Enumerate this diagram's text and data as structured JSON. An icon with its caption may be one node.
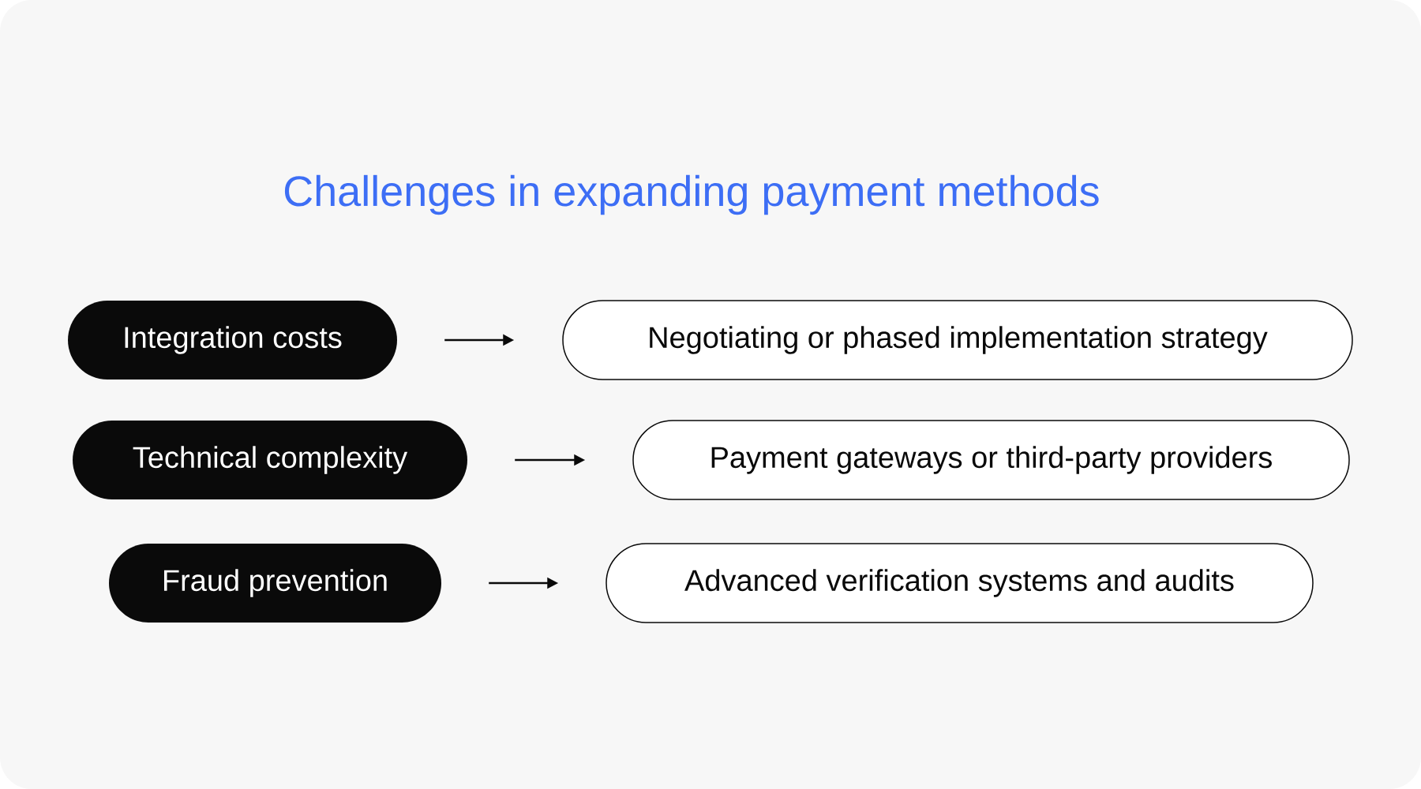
{
  "diagram": {
    "title": "Challenges in expanding payment methods",
    "nodes": [
      {
        "text": [
          "Integration costs"
        ]
      },
      {
        "text": [
          "Negotiating or phased implementation strategy"
        ]
      },
      {
        "text": [
          "Technical complexity"
        ]
      },
      {
        "text": [
          "Payment gateways or third-party providers"
        ]
      },
      {
        "text": [
          "Fraud prevention"
        ]
      },
      {
        "text": [
          "Advanced verification systems and audits"
        ]
      }
    ],
    "edges": [
      {
        "from": 0,
        "to": 1,
        "arrow": "to"
      },
      {
        "from": 2,
        "to": 3,
        "arrow": "to"
      },
      {
        "from": 4,
        "to": 5,
        "arrow": "to"
      }
    ]
  }
}
